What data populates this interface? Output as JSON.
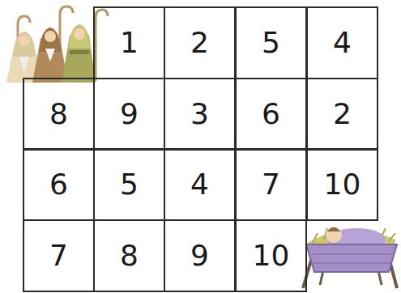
{
  "diagram": {
    "labels": [
      "1",
      "2",
      "5",
      "4",
      "8",
      "9",
      "3",
      "6",
      "2",
      "6",
      "5",
      "4",
      "7",
      "10",
      "7",
      "8",
      "9",
      "10"
    ]
  }
}
